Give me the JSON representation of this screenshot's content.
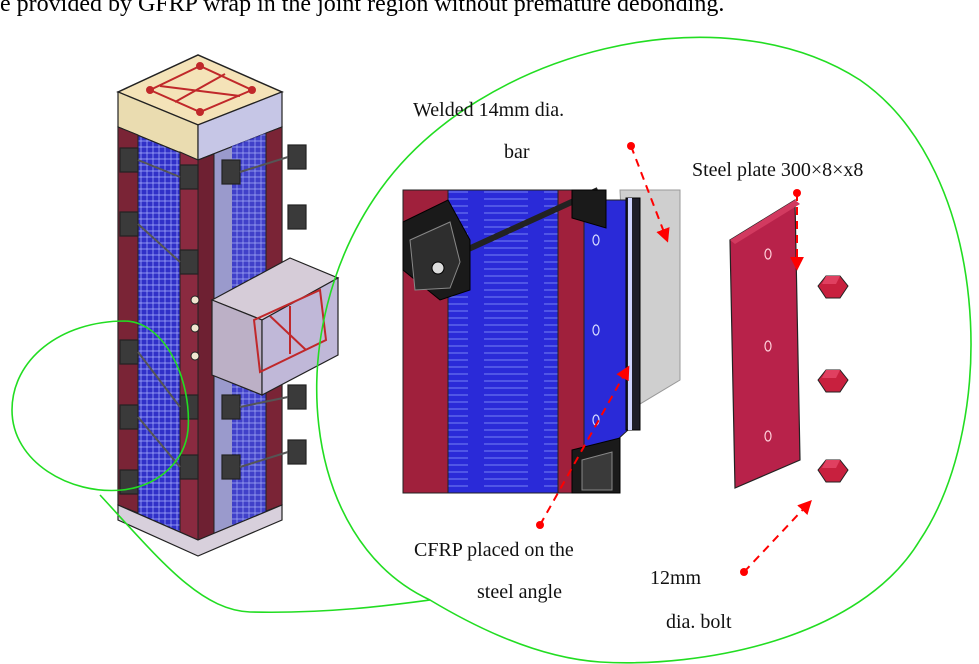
{
  "caption": "e provided by GFRP wrap in the joint region without premature debonding.",
  "labels": {
    "welded_bar_line1": "Welded 14mm dia.",
    "welded_bar_line2": "bar",
    "steel_plate": "Steel plate 300×8×x8",
    "cfrp_line1": "CFRP placed on the",
    "cfrp_line2": "steel angle",
    "bolt_line1": "12mm",
    "bolt_line2": "dia. bolt"
  },
  "colors": {
    "callout": "#22dd22",
    "arrow": "#ff0000",
    "plate": "#b8224a",
    "cfrp": "#2a2ad8",
    "column_top": "#f4e3b8",
    "steel_angle": "#222222"
  }
}
